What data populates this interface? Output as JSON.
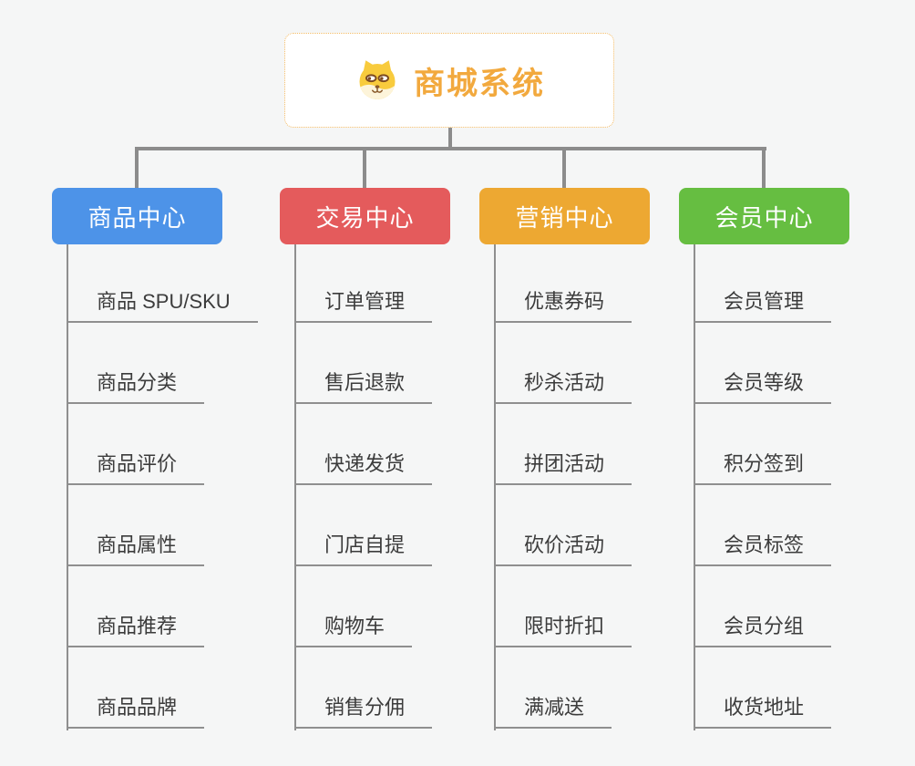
{
  "canvas": {
    "background": "#f5f6f6",
    "connector_color": "#8c8c8c"
  },
  "root": {
    "title": "商城系统",
    "icon": "shiba-dog-face-icon",
    "text_color": "#f2a93e",
    "border_color": "#f3bb65"
  },
  "branches": [
    {
      "label": "商品中心",
      "color": "#4d93e8",
      "children": [
        "商品 SPU/SKU",
        "商品分类",
        "商品评价",
        "商品属性",
        "商品推荐",
        "商品品牌"
      ]
    },
    {
      "label": "交易中心",
      "color": "#e45b5c",
      "children": [
        "订单管理",
        "售后退款",
        "快递发货",
        "门店自提",
        "购物车",
        "销售分佣"
      ]
    },
    {
      "label": "营销中心",
      "color": "#eda832",
      "children": [
        "优惠券码",
        "秒杀活动",
        "拼团活动",
        "砍价活动",
        "限时折扣",
        "满减送"
      ]
    },
    {
      "label": "会员中心",
      "color": "#66be41",
      "children": [
        "会员管理",
        "会员等级",
        "积分签到",
        "会员标签",
        "会员分组",
        "收货地址"
      ]
    }
  ]
}
